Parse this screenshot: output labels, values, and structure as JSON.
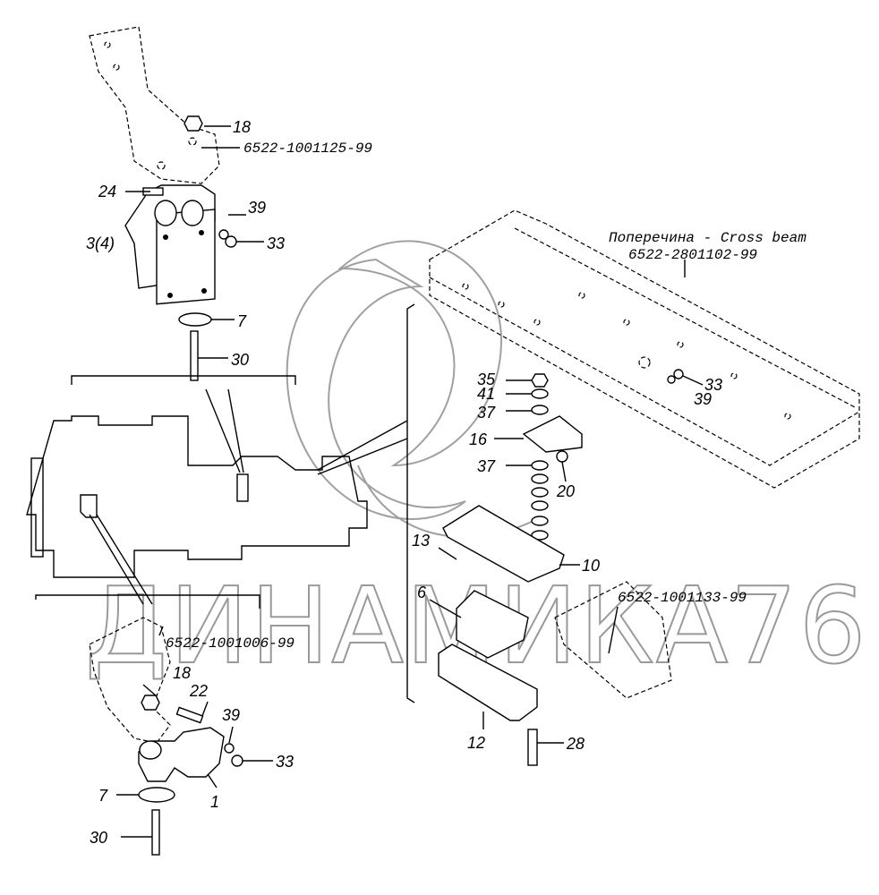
{
  "watermark": {
    "text": "ДИНАМИКА76"
  },
  "callouts": {
    "c18a": "18",
    "c24": "24",
    "c3_4": "3(4)",
    "c39a": "39",
    "c33a": "33",
    "c7a": "7",
    "c30a": "30",
    "c35": "35",
    "c41": "41",
    "c37a": "37",
    "c16": "16",
    "c37b": "37",
    "c20": "20",
    "c13": "13",
    "c10": "10",
    "c6": "6",
    "c12": "12",
    "c28": "28",
    "c33b": "33",
    "c39b": "39",
    "c18b": "18",
    "c22": "22",
    "c39c": "39",
    "c33c": "33",
    "c7b": "7",
    "c1": "1",
    "c30b": "30"
  },
  "part_numbers": {
    "top_bracket": "6522-1001125-99",
    "cross_beam_label": "Поперечина - Cross beam",
    "cross_beam": "6522-2801102-99",
    "rear_support": "6522-1001133-99",
    "front_bracket": "6522-1001006-99"
  }
}
